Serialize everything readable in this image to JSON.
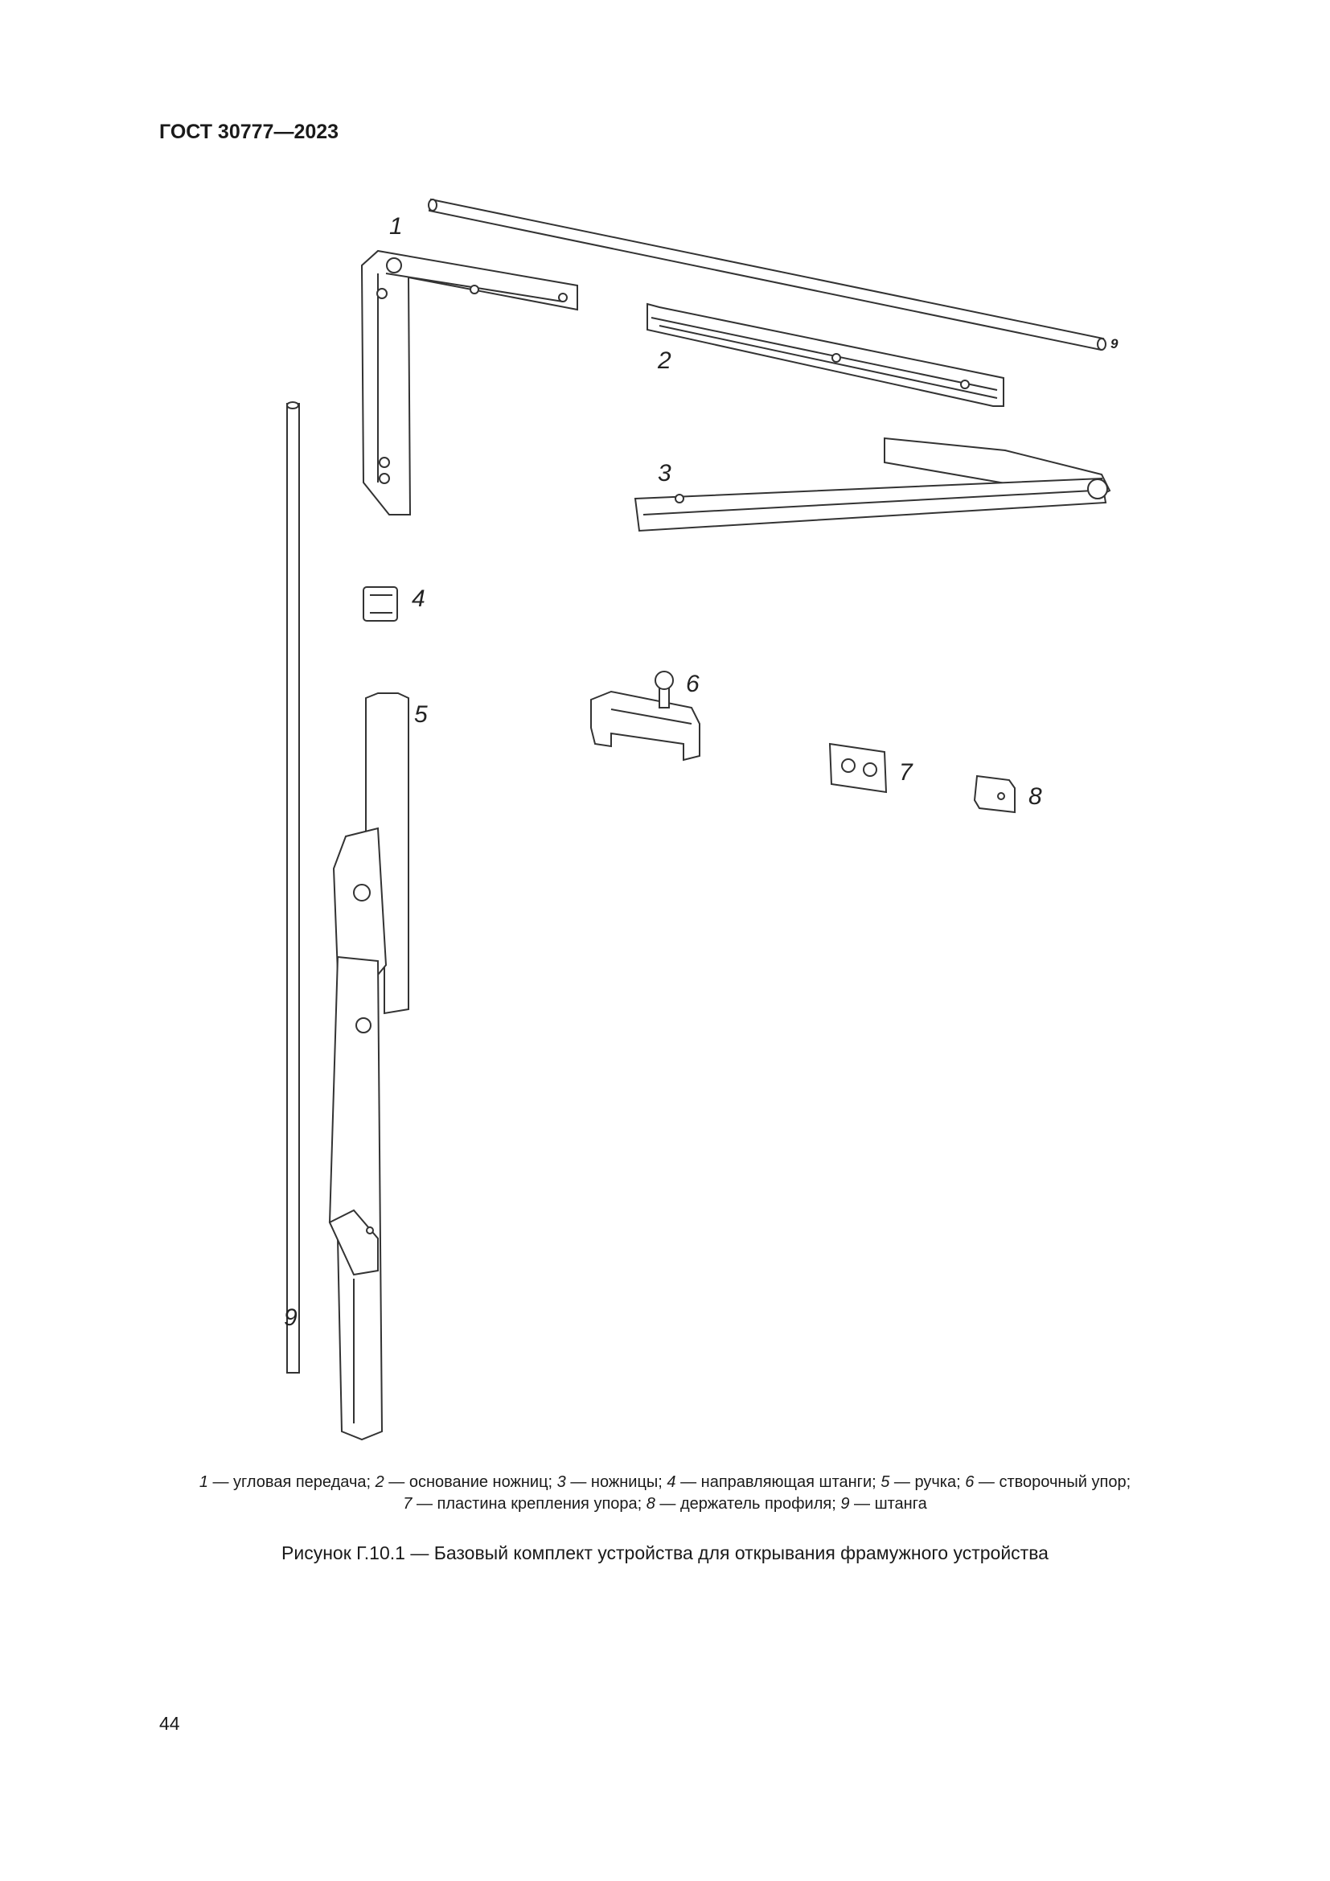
{
  "header": {
    "standard": "ГОСТ 30777—2023"
  },
  "figure": {
    "labels": {
      "p1": "1",
      "p2": "2",
      "p3": "3",
      "p4": "4",
      "p5": "5",
      "p6": "6",
      "p7": "7",
      "p8": "8",
      "p9_top": "9",
      "p9_left": "9"
    },
    "legend": {
      "items": [
        {
          "num": "1",
          "text": " — угловая передача; "
        },
        {
          "num": "2",
          "text": " — основание ножниц; "
        },
        {
          "num": "3",
          "text": " — ножницы; "
        },
        {
          "num": "4",
          "text": " — направляющая штанги; "
        },
        {
          "num": "5",
          "text": " — ручка; "
        },
        {
          "num": "6",
          "text": " — створочный упор;"
        },
        {
          "num": "7",
          "text": " — пластина крепления упора; "
        },
        {
          "num": "8",
          "text": " — держатель профиля; "
        },
        {
          "num": "9",
          "text": " — штанга"
        }
      ]
    },
    "caption": "Рисунок Г.10.1 — Базовый комплект устройства для открывания фрамужного устройства"
  },
  "page_number": "44"
}
